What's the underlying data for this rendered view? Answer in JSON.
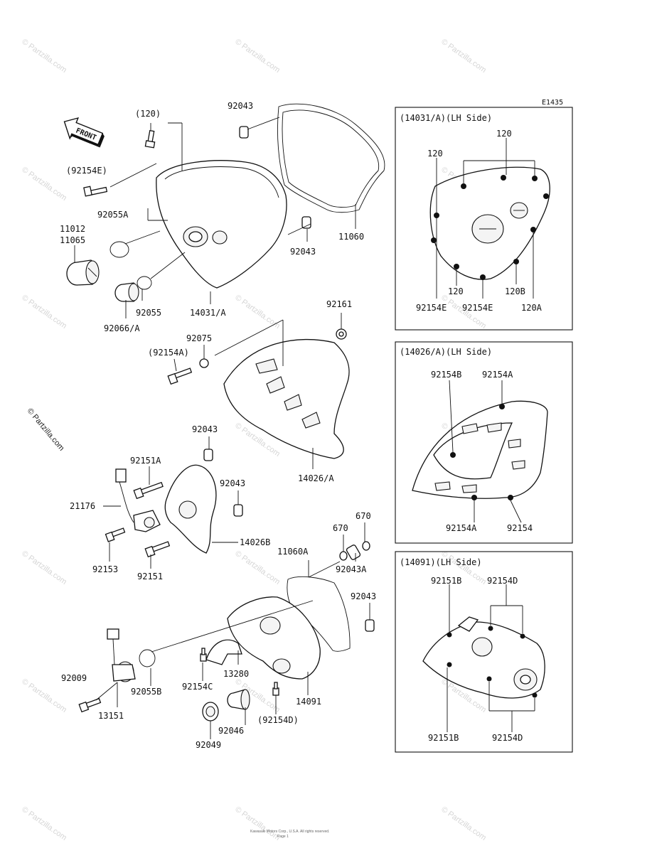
{
  "diagram_code": "E1435",
  "front_label": "FRONT",
  "watermark": "© Partzilla.com",
  "footer": {
    "line1": "Kawasaki Motors Corp., U.S.A. All rights reserved.",
    "line2": "Page 1"
  },
  "labels": {
    "p120": "(120)",
    "p92043_top": "92043",
    "p92154E": "(92154E)",
    "p11012": "11012",
    "p11065": "11065",
    "p92055A": "92055A",
    "p92055": "92055",
    "p92066A": "92066/A",
    "p14031A": "14031/A",
    "p92043_mid": "92043",
    "p11060": "11060",
    "p92161": "92161",
    "p92075": "92075",
    "p92154A": "(92154A)",
    "p14026A": "14026/A",
    "p92043_b": "92043",
    "p92151A": "92151A",
    "p92043_c": "92043",
    "p21176": "21176",
    "p14026B": "14026B",
    "p92153": "92153",
    "p92151": "92151",
    "p670a": "670",
    "p670b": "670",
    "p11060A": "11060A",
    "p92043A": "92043A",
    "p92043_d": "92043",
    "p13280": "13280",
    "p92154C": "92154C",
    "p92009": "92009",
    "p92055B": "92055B",
    "p13151": "13151",
    "p14091": "14091",
    "p92154D": "(92154D)",
    "p92046": "92046",
    "p92049": "92049"
  },
  "insets": {
    "a": {
      "title": "(14031/A)(LH Side)",
      "l1": "120",
      "l2": "120",
      "l3": "120",
      "l4": "120B",
      "l5": "92154E",
      "l6": "92154E",
      "l7": "120A"
    },
    "b": {
      "title": "(14026/A)(LH Side)",
      "l1": "92154B",
      "l2": "92154A",
      "l3": "92154A",
      "l4": "92154"
    },
    "c": {
      "title": "(14091)(LH Side)",
      "l1": "92151B",
      "l2": "92154D",
      "l3": "92151B",
      "l4": "92154D"
    }
  }
}
